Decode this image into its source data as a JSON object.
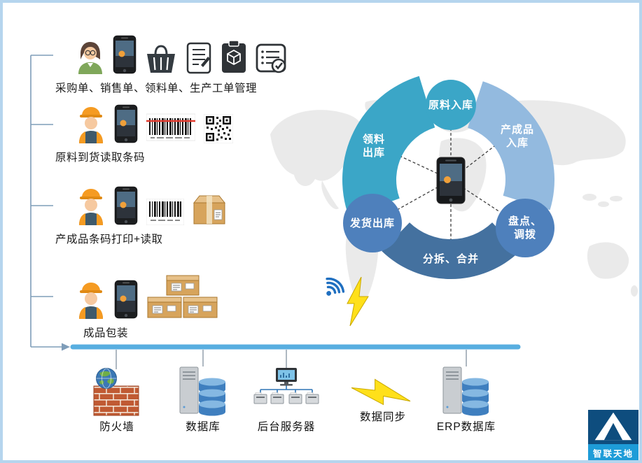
{
  "left_panel": {
    "items": [
      {
        "label": "采购单、销售单、领料单、生产工单管理"
      },
      {
        "label": "原料到货读取条码"
      },
      {
        "label": "产成品条码打印+读取"
      },
      {
        "label": "成品包装"
      }
    ]
  },
  "cycle": {
    "yuanliao": "原料入库",
    "chanchengpin_1": "产成品",
    "chanchengpin_2": "入库",
    "pandian_1": "盘点、",
    "pandian_2": "调拨",
    "fenchai": "分拆、合并",
    "fahuo": "发货出库",
    "lingliao_1": "领料",
    "lingliao_2": "出库"
  },
  "bottom": {
    "firewall": "防火墙",
    "database": "数据库",
    "backend": "后台服务器",
    "sync": "数据同步",
    "erp": "ERP数据库"
  },
  "logo": {
    "name": "智联天地"
  },
  "colors": {
    "teal": "#3BA6C7",
    "light_blue": "#93BADF",
    "blue": "#4E80BC",
    "dark_blue": "#44719F",
    "bar": "#58AEE0"
  }
}
